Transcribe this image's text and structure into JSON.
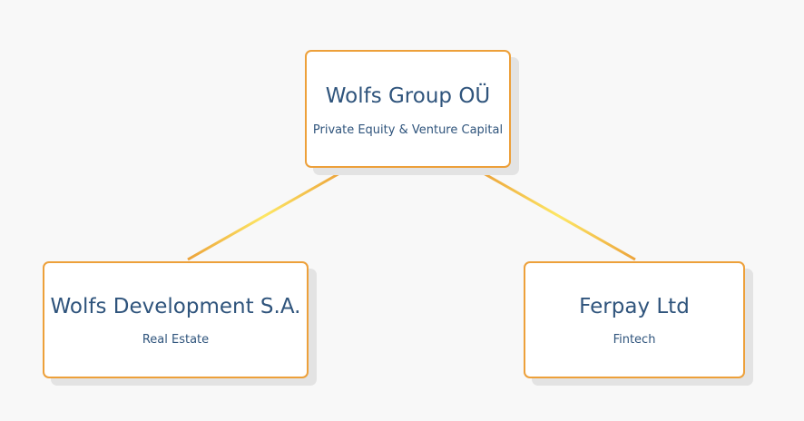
{
  "colors": {
    "background": "#f8f8f8",
    "node_border": "#eda03a",
    "node_text": "#2f547c",
    "connector_dark": "#eca33a",
    "connector_light": "#fde765"
  },
  "root": {
    "name": "Wolfs Group OÜ",
    "sector": "Private Equity & Venture Capital"
  },
  "children": [
    {
      "name": "Wolfs Development S.A.",
      "sector": "Real Estate"
    },
    {
      "name": "Ferpay Ltd",
      "sector": "Fintech"
    }
  ]
}
